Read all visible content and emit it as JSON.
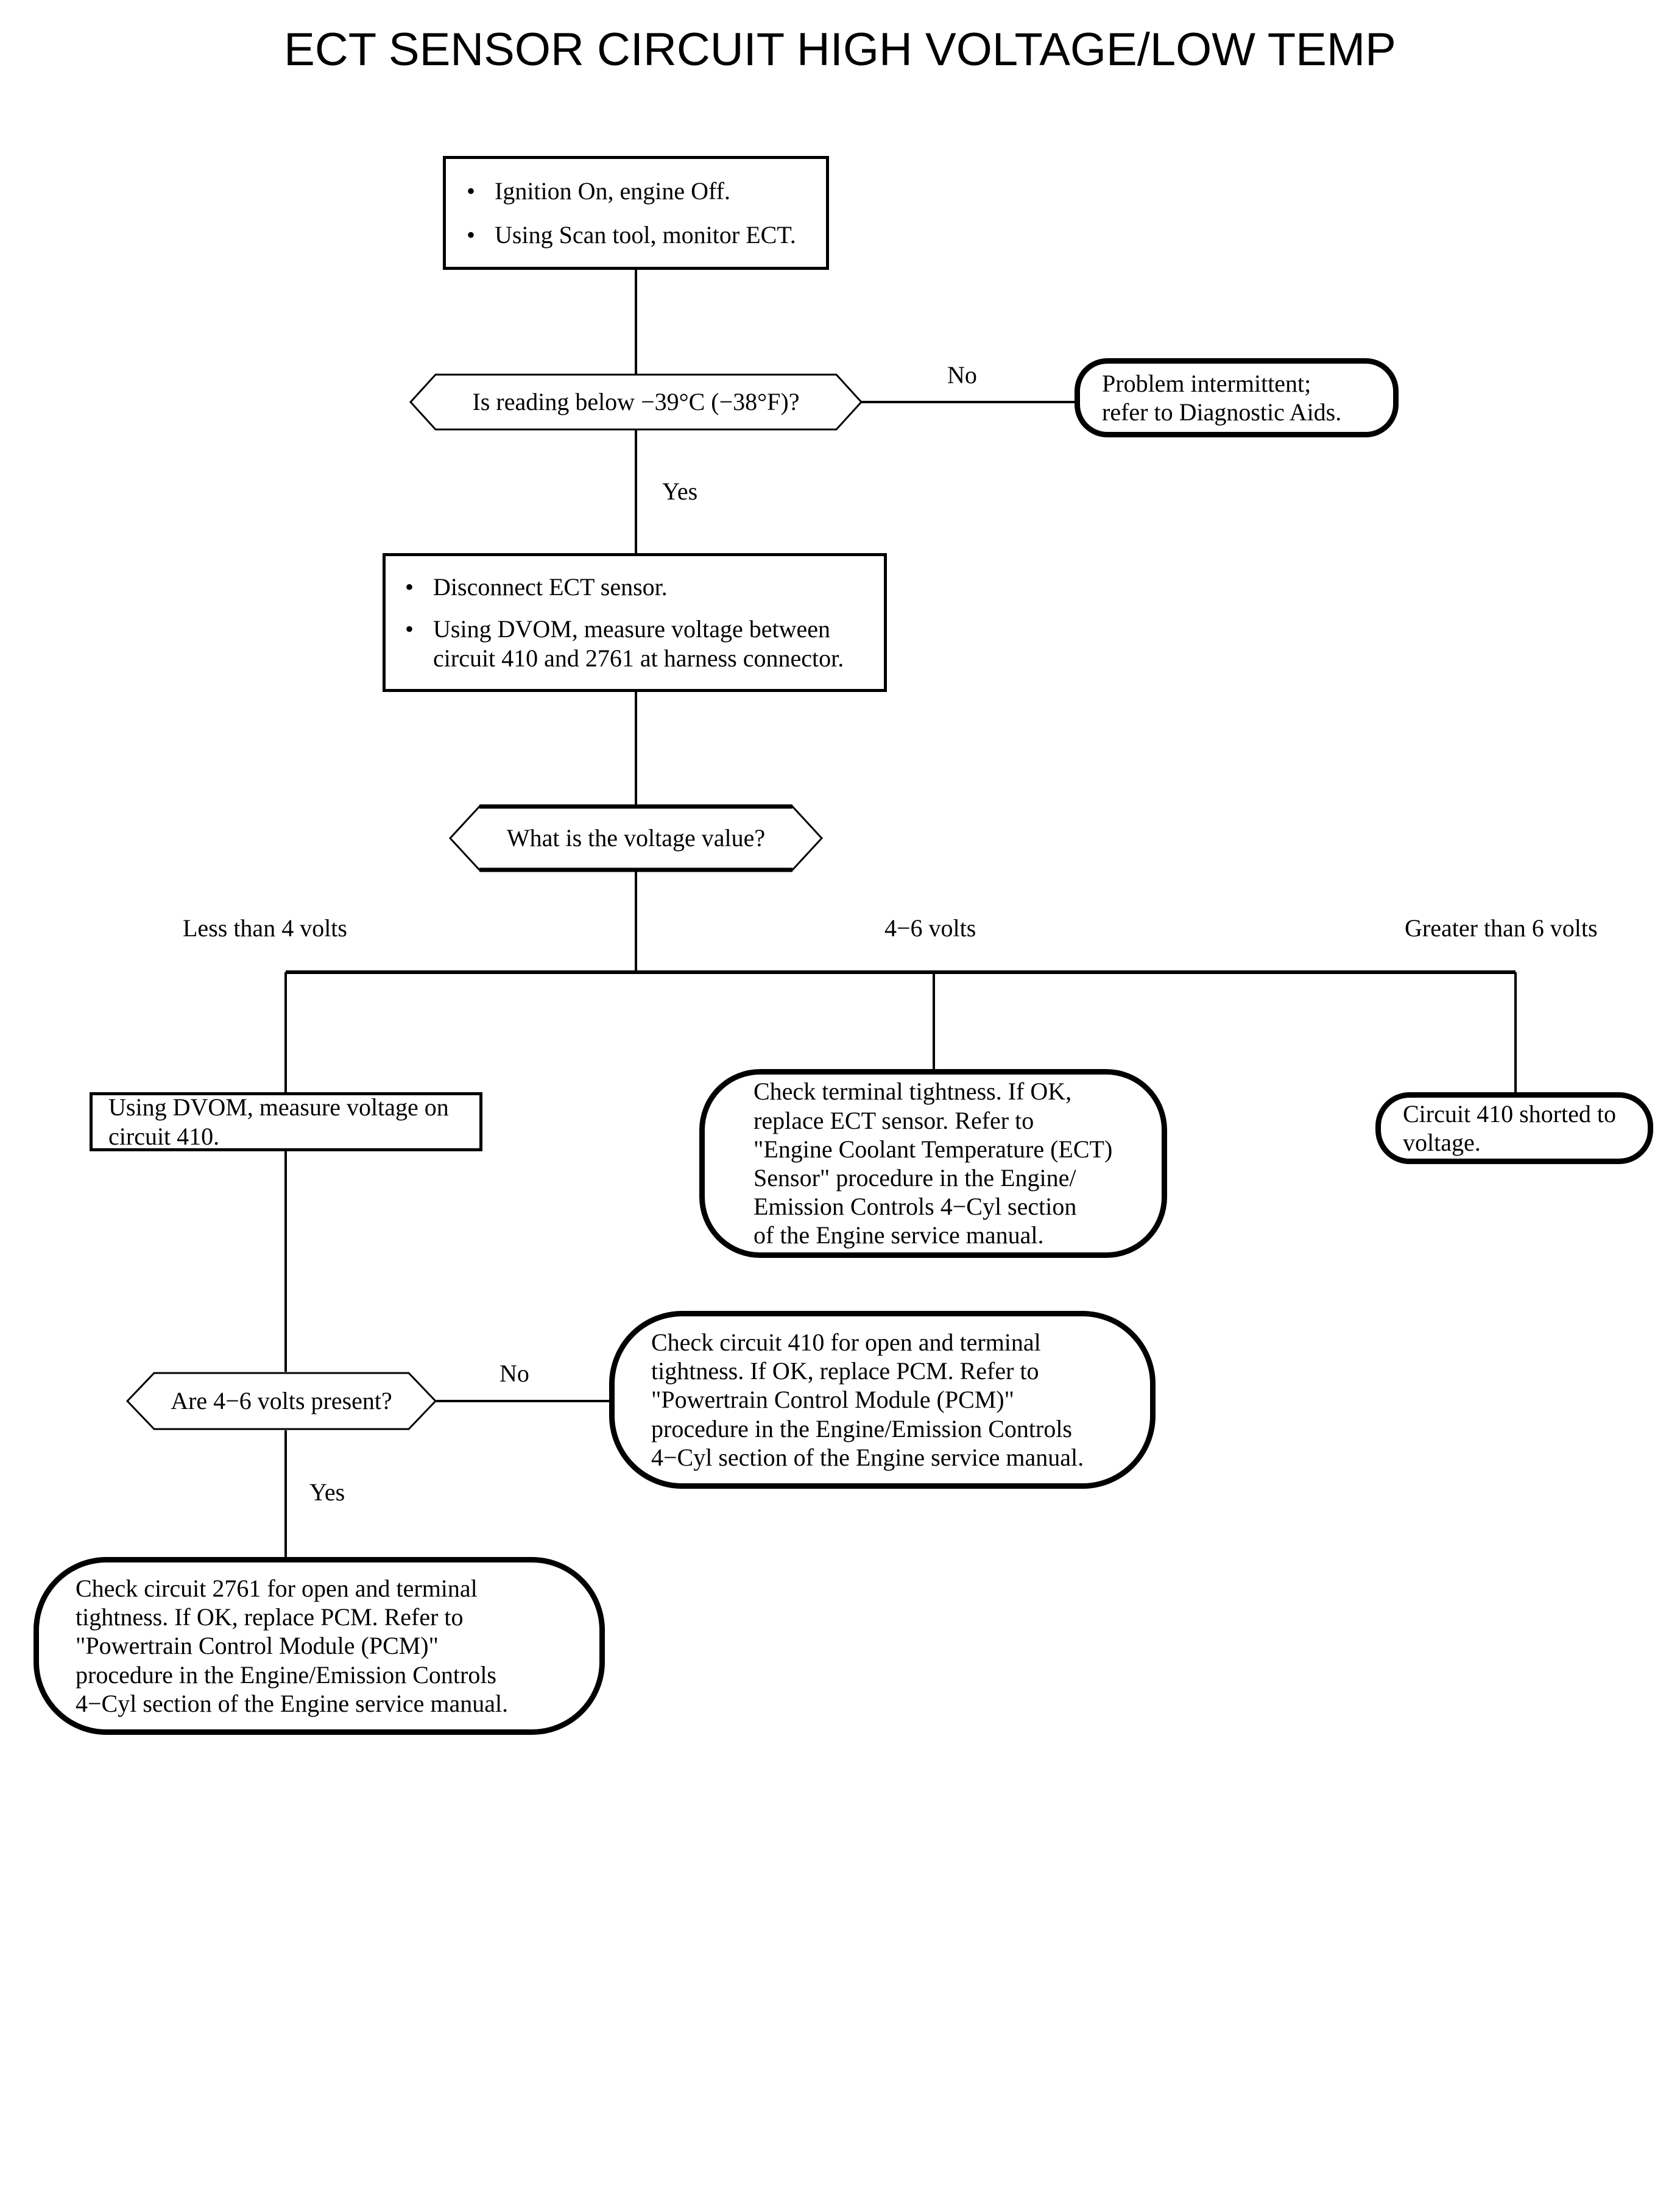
{
  "page": {
    "title": "ECT SENSOR CIRCUIT HIGH VOLTAGE/LOW TEMP",
    "background_color": "#ffffff",
    "line_color": "#000000"
  },
  "diagram": {
    "type": "flowchart",
    "nodes": {
      "start_process": {
        "shape": "process",
        "bullets": [
          "Ignition On, engine Off.",
          "Using Scan tool, monitor ECT."
        ]
      },
      "decision_reading": {
        "shape": "decision",
        "label": "Is reading below −39°C (−38°F)?"
      },
      "term_intermittent": {
        "shape": "terminator",
        "text": "Problem intermittent;\nrefer to Diagnostic Aids."
      },
      "process_disconnect": {
        "shape": "process",
        "bullets": [
          "Disconnect ECT sensor.",
          "Using DVOM, measure voltage between\ncircuit 410 and 2761 at harness connector."
        ]
      },
      "decision_voltage": {
        "shape": "decision",
        "label": "What is the voltage value?"
      },
      "process_dvom_410": {
        "shape": "process",
        "text": "Using DVOM, measure voltage on\ncircuit 410."
      },
      "term_ect_sensor": {
        "shape": "terminator",
        "text": "Check terminal tightness. If OK,\nreplace ECT sensor. Refer to\n\"Engine Coolant Temperature (ECT)\nSensor\" procedure in the Engine/\nEmission Controls 4−Cyl section\nof the Engine service manual."
      },
      "term_shorted": {
        "shape": "terminator",
        "text": "Circuit 410 shorted to\nvoltage."
      },
      "decision_4_6_volts": {
        "shape": "decision",
        "label": "Are 4−6 volts present?"
      },
      "term_circuit_410_pcm": {
        "shape": "terminator",
        "text": "Check circuit 410 for open and terminal\ntightness. If OK, replace PCM. Refer to\n\"Powertrain Control Module (PCM)\"\nprocedure in the Engine/Emission Controls\n4−Cyl section of the Engine service manual."
      },
      "term_circuit_2761_pcm": {
        "shape": "terminator",
        "text": "Check circuit 2761 for open and terminal\ntightness. If OK, replace PCM. Refer to\n\"Powertrain Control Module (PCM)\"\nprocedure in the Engine/Emission Controls\n4−Cyl section of the Engine service manual."
      }
    },
    "edge_labels": {
      "reading_no": "No",
      "reading_yes": "Yes",
      "voltage_low": "Less than 4 volts",
      "voltage_mid": "4−6 volts",
      "voltage_high": "Greater than 6 volts",
      "volts_no": "No",
      "volts_yes": "Yes"
    }
  }
}
